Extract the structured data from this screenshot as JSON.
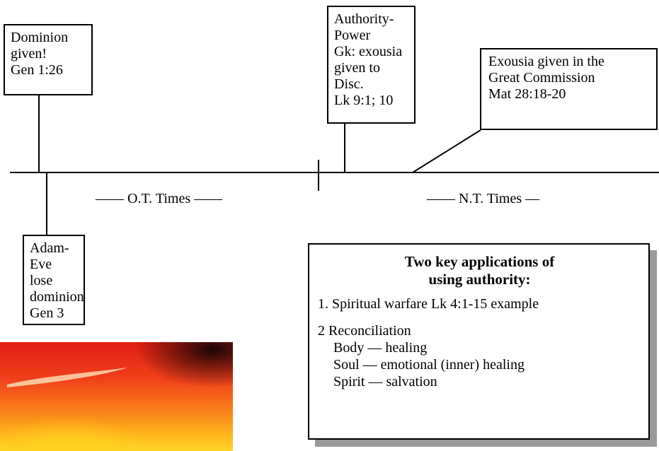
{
  "boxes": {
    "dominion": [
      "Dominion",
      "given!",
      "Gen 1:26"
    ],
    "authority": [
      "Authority-",
      "Power",
      "Gk: exousia",
      "given to Disc.",
      "Lk 9:1; 10"
    ],
    "exousia": [
      "Exousia given in the",
      "Great Commission",
      "Mat 28:18-20"
    ],
    "adam": [
      "Adam-",
      "Eve lose",
      "dominion",
      "Gen 3"
    ]
  },
  "eras": {
    "ot": "—— O.T. Times ——",
    "nt": "—— N.T. Times —"
  },
  "key": {
    "title": [
      "Two key applications of",
      "using authority:"
    ],
    "item1": "1. Spiritual warfare Lk 4:1-15 example",
    "item2": "2 Reconciliation",
    "subitems": [
      "Body — healing",
      "Soul — emotional (inner) healing",
      "Spirit — salvation"
    ]
  },
  "colors": {
    "line": "#000000",
    "shadow": "#9a9a9a",
    "sunset_top": "#e31d12",
    "sunset_bottom": "#ffd428"
  }
}
